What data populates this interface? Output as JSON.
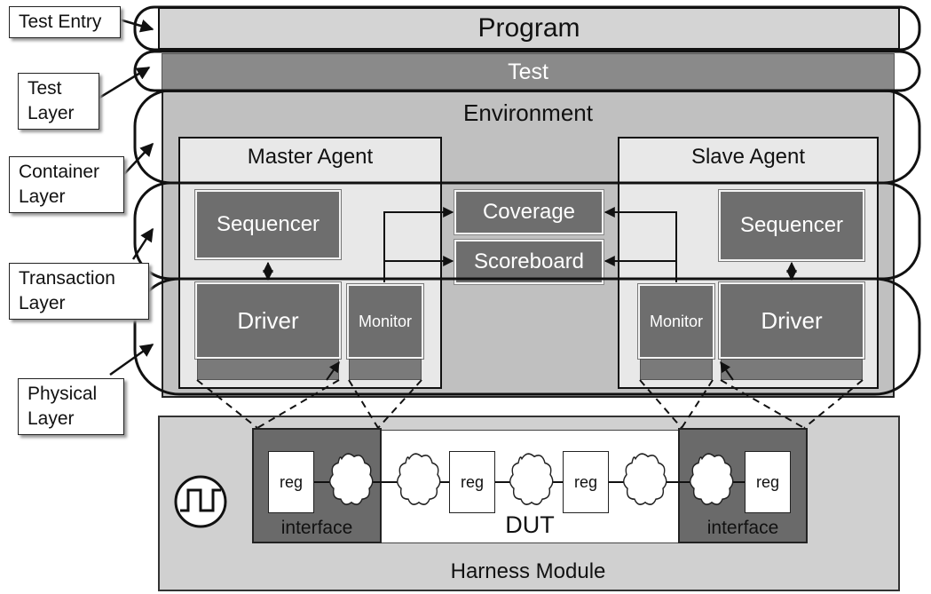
{
  "callouts": {
    "test_entry": "Test Entry",
    "test_layer": "Test\nLayer",
    "container_layer": "Container\nLayer",
    "transaction_layer": "Transaction\nLayer",
    "physical_layer": "Physical\nLayer"
  },
  "program": {
    "label": "Program"
  },
  "test": {
    "label": "Test"
  },
  "environment": {
    "label": "Environment"
  },
  "master_agent": {
    "label": "Master Agent",
    "sequencer": "Sequencer",
    "driver": "Driver",
    "monitor": "Monitor"
  },
  "slave_agent": {
    "label": "Slave Agent",
    "sequencer": "Sequencer",
    "driver": "Driver",
    "monitor": "Monitor"
  },
  "coverage": {
    "label": "Coverage"
  },
  "scoreboard": {
    "label": "Scoreboard"
  },
  "harness": {
    "label": "Harness Module",
    "dut": "DUT",
    "interface_left": "interface",
    "interface_right": "interface",
    "regs": [
      "reg",
      "reg",
      "reg",
      "reg"
    ]
  },
  "colors": {
    "program_fill": "#d4d4d4",
    "test_fill": "#8a8a8a",
    "environment_fill": "#c0c0c0",
    "agent_fill": "#e8e8e8",
    "block_fill": "#6e6e6e",
    "harness_fill": "#d0d0d0",
    "interface_fill": "#6a6a6a"
  },
  "icons": {
    "clock": "clock-waveform-icon",
    "cloud": "logic-cloud-icon"
  }
}
